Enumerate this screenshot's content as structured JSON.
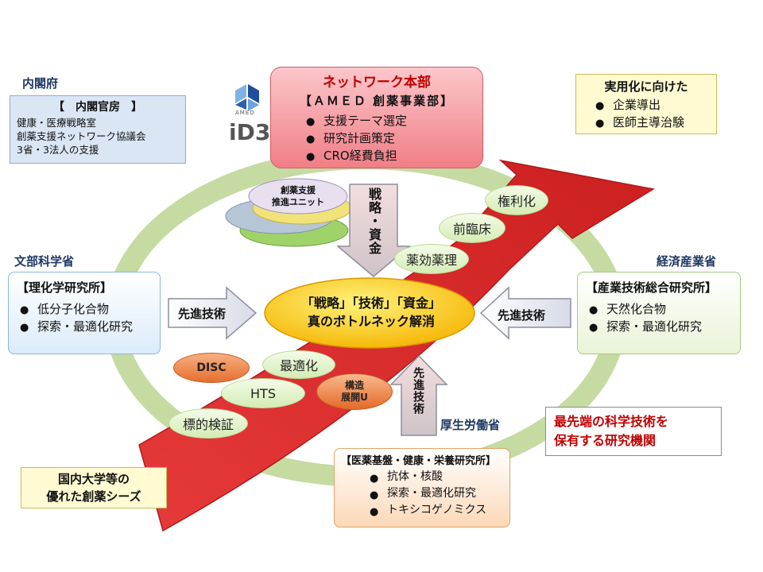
{
  "cabinet_office": {
    "ministry_label": "内閣府",
    "box_title": "【　内閣官房　】",
    "lines": [
      "健康・医療戦略室",
      "創薬支援ネットワーク協議会",
      "3省・3法人の支援"
    ]
  },
  "hq": {
    "title": "ネットワーク本部",
    "subtitle": "【ＡＭＥＤ 創薬事業部】",
    "items": [
      "支援テーマ選定",
      "研究計画策定",
      "CRO経費負担"
    ]
  },
  "practical": {
    "title": "実用化に向けた",
    "items": [
      "企業導出",
      "医師主導治験"
    ]
  },
  "logos": {
    "amed": "AMED",
    "id3": "iD3"
  },
  "support_unit": {
    "line1": "創薬支援",
    "line2": "推進ユニット"
  },
  "strategy_arrow": {
    "text": "戦略・資金"
  },
  "mext": {
    "ministry_label": "文部科学省",
    "box_title": "【理化学研究所】",
    "items": [
      "低分子化合物",
      "探索・最適化研究"
    ]
  },
  "meti": {
    "ministry_label": "経済産業省",
    "box_title": "【産業技術総合研究所】",
    "items": [
      "天然化合物",
      "探索・最適化研究"
    ]
  },
  "mhlw": {
    "ministry_label": "厚生労働省",
    "box_title": "【医薬基盤・健康・栄養研究所】",
    "items": [
      "抗体・核酸",
      "探索・最適化研究",
      "トキシコゲノミクス"
    ]
  },
  "advanced_tech_label": "先進技術",
  "center": {
    "line1": "「戦略」「技術」「資金」",
    "line2": "真のボトルネック解消"
  },
  "pills": {
    "kenrika": "権利化",
    "zenrinsho": "前臨床",
    "yakkou": "薬効薬理",
    "saitekika": "最適化",
    "hts": "HTS",
    "hyoteki": "標的検証",
    "disc": "DISC",
    "kozo_line1": "構造",
    "kozo_line2": "展開U"
  },
  "research_institutions": {
    "line1": "最先端の科学技術を",
    "line2": "保有する研究機関"
  },
  "seeds": {
    "line1": "国内大学等の",
    "line2": "優れた創薬シーズ"
  },
  "colors": {
    "ring": "#c5dba2",
    "red_arrow": "#e03131",
    "hq_fill": "#f48a92",
    "center_fill": "#fcc30c",
    "ministry_text": "#1f3864",
    "red_text": "#c00000"
  }
}
